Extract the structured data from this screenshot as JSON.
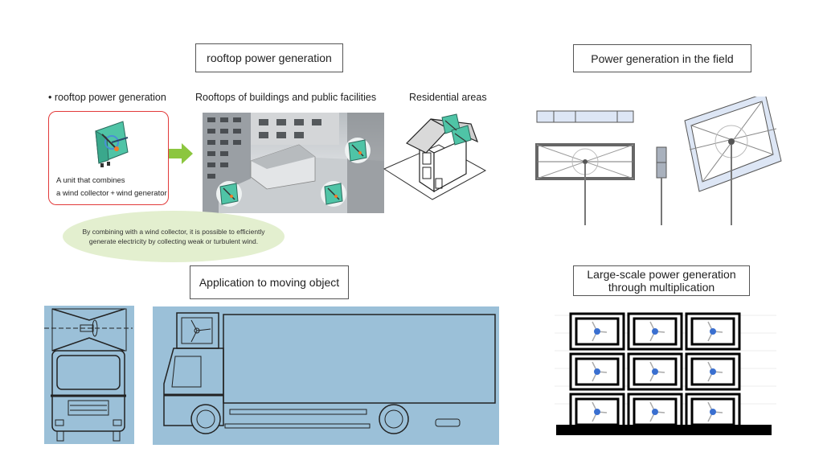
{
  "sections": {
    "rooftop": {
      "title": "rooftop power generation",
      "label_unit": "• rooftop power generation",
      "label_buildings": "Rooftops of buildings and public facilities",
      "label_residential": "Residential areas",
      "unit_text_line1": "A unit that combines",
      "unit_text_line2": "a wind collector + wind generator",
      "ellipse_text": "By combining with a wind collector, it is possible to efficiently generate electricity by collecting weak or turbulent wind."
    },
    "field": {
      "title": "Power generation in the field"
    },
    "moving": {
      "title": "Application to moving object"
    },
    "multiplication": {
      "title_line1": "Large-scale power generation",
      "title_line2": "through multiplication",
      "grid_rows": 3,
      "grid_cols": 3
    }
  },
  "colors": {
    "unit_border": "#e23a3a",
    "arrow": "#8cc63f",
    "ellipse_fill": "#e3efcf",
    "collector_teal": "#4fc4a6",
    "truck_panel": "#9bc0d8",
    "hub_blue": "#3a6fd0",
    "frame_fill": "#dde6f5"
  }
}
